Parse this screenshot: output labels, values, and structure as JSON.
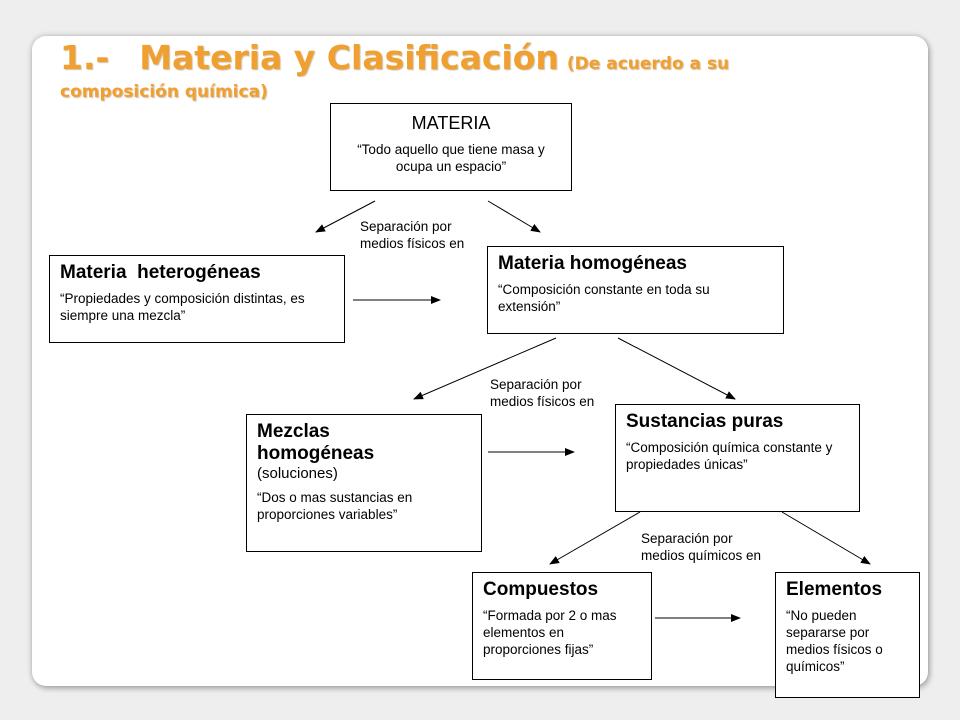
{
  "title": {
    "number": "1.-",
    "main": "Materia y Clasificación",
    "paren_line1": "(De acuerdo a su",
    "paren_line2": "composición química)"
  },
  "materia": {
    "head": "MATERIA",
    "desc": "“Todo aquello que tiene masa y ocupa un espacio”"
  },
  "heterogeneas": {
    "head": "Materia  heterogéneas",
    "desc": "“Propiedades y composición distintas, es siempre una mezcla”"
  },
  "homogeneas": {
    "head": "Materia homogéneas",
    "desc": "“Composición constante en toda su extensión”"
  },
  "mezclas": {
    "head": "Mezclas homogéneas",
    "sub": "(soluciones)",
    "desc": "“Dos o mas sustancias en proporciones variables”"
  },
  "sustancias": {
    "head": "Sustancias puras",
    "desc": "“Composición química constante y propiedades únicas”"
  },
  "compuestos": {
    "head": "Compuestos",
    "desc": "“Formada por 2 o mas elementos en proporciones fijas”"
  },
  "elementos": {
    "head": "Elementos",
    "desc": "“No pueden separarse por medios físicos o químicos”"
  },
  "labels": {
    "sep1_line1": "Separación por",
    "sep1_line2": "medios físicos en",
    "sep2_line1": "Separación por",
    "sep2_line2": "medios físicos en",
    "sep3_line1": "Separación por",
    "sep3_line2": "medios químicos en"
  }
}
